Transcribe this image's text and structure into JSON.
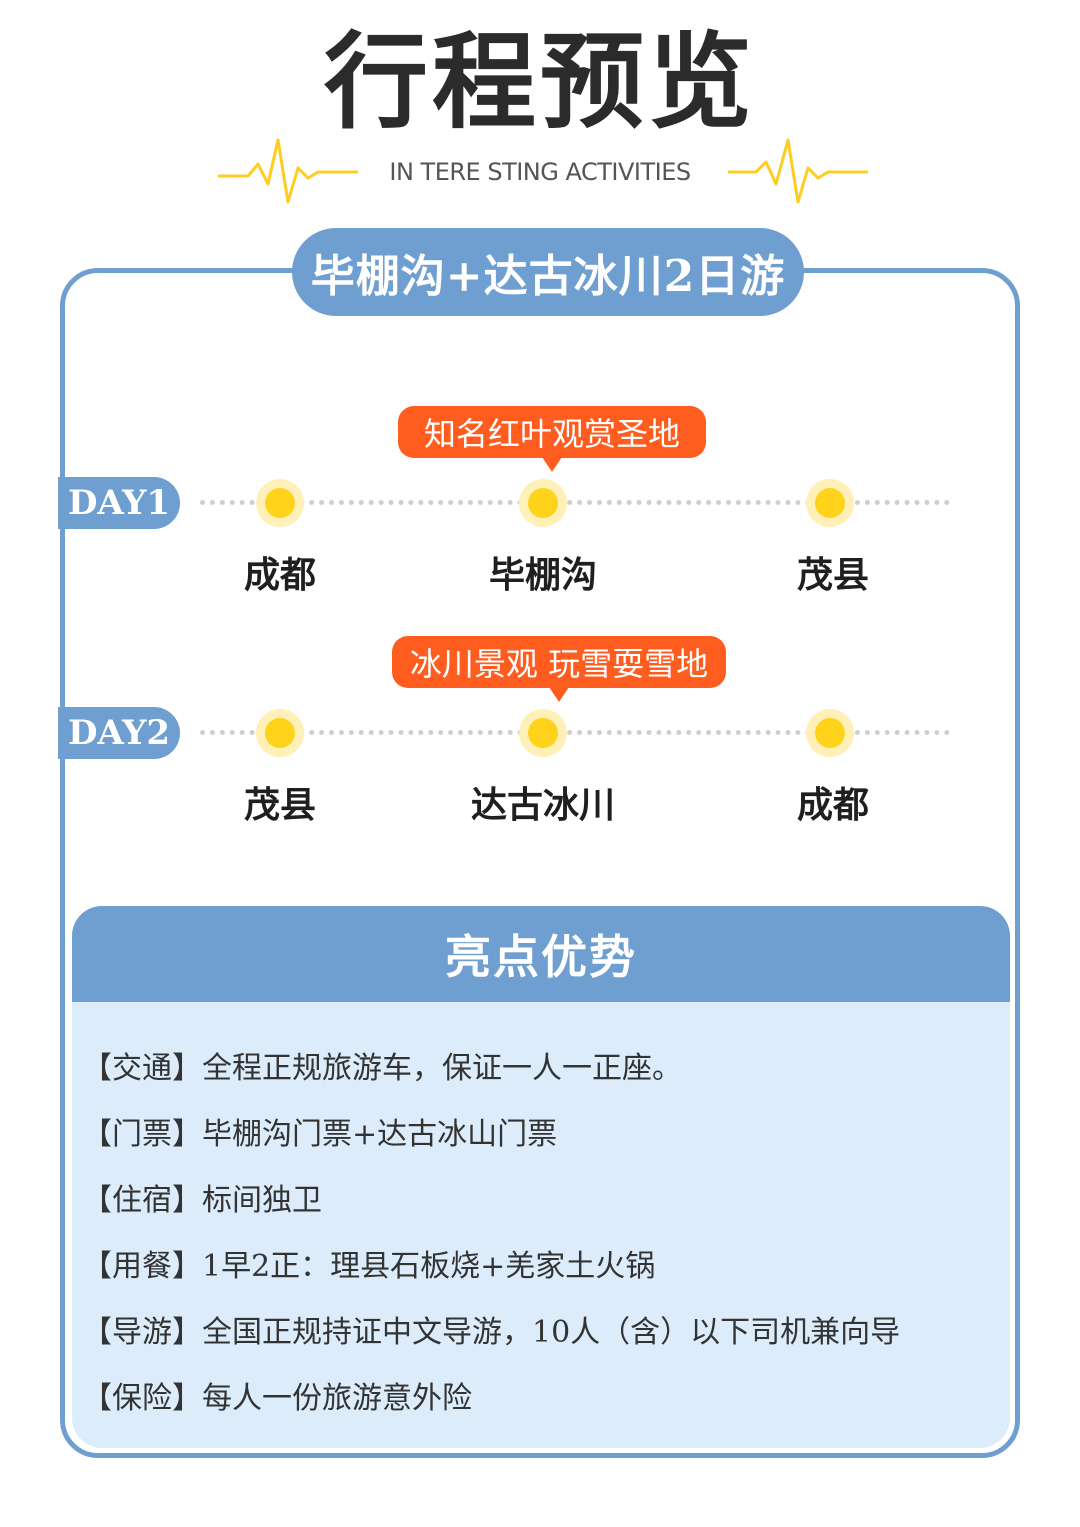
{
  "header": {
    "title": "行程预览",
    "subtitle": "IN TERE STING ACTIVITIES",
    "accent_color": "#ffcc22"
  },
  "route": {
    "title": "毕棚沟+达古冰川2日游",
    "color": "#6f9fd0"
  },
  "days": [
    {
      "label": "DAY1",
      "highlight": "知名红叶观赏圣地",
      "stops": [
        "成都",
        "毕棚沟",
        "茂县"
      ]
    },
    {
      "label": "DAY2",
      "highlight": "冰川景观  玩雪耍雪地",
      "stops": [
        "茂县",
        "达古冰川",
        "成都"
      ]
    }
  ],
  "highlights": {
    "title": "亮点优势",
    "items": [
      {
        "key": "【交通】",
        "text": "全程正规旅游车，保证一人一正座。"
      },
      {
        "key": "【门票】",
        "text": "毕棚沟门票+达古冰山门票"
      },
      {
        "key": "【住宿】",
        "text": "标间独卫"
      },
      {
        "key": "【用餐】",
        "text": "1早2正：理县石板烧+羌家土火锅"
      },
      {
        "key": "【导游】",
        "text": "全国正规持证中文导游，10人（含）以下司机兼向导"
      },
      {
        "key": "【保险】",
        "text": "每人一份旅游意外险"
      }
    ]
  },
  "colors": {
    "primary": "#6f9fd0",
    "bubble": "#ff5c1f",
    "dot": "#ffd21c",
    "panel_bg": "#dcecfb"
  }
}
